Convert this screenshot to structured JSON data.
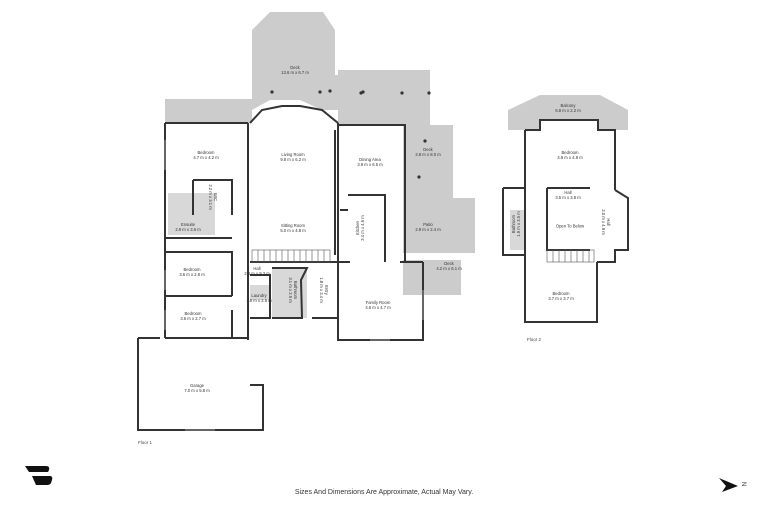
{
  "floors": [
    {
      "label": "Floor 1",
      "rooms": [
        {
          "id": "deck-top",
          "name": "Deck",
          "dims": "13.6 m x 6.7 m"
        },
        {
          "id": "bedroom-1",
          "name": "Bedroom",
          "dims": "4.7 m x 4.2 m"
        },
        {
          "id": "living-room",
          "name": "Living Room",
          "dims": "9.8 m x 6.2 m"
        },
        {
          "id": "dining-area",
          "name": "Dining Area",
          "dims": "3.9 m x 6.5 m"
        },
        {
          "id": "deck-right",
          "name": "Deck",
          "dims": "2.8 m x 8.0 m"
        },
        {
          "id": "wic",
          "name": "WIC",
          "dims": "2.2 m x 3.1 m"
        },
        {
          "id": "ensuite",
          "name": "Ensuite",
          "dims": "2.9 m x 3.6 m"
        },
        {
          "id": "sitting-room",
          "name": "Sitting Room",
          "dims": "5.0 m x 4.8 m"
        },
        {
          "id": "kitchen",
          "name": "Kitchen",
          "dims": "3.4 m x 4.6 m"
        },
        {
          "id": "patio",
          "name": "Patio",
          "dims": "2.9 m x 2.4 m"
        },
        {
          "id": "bedroom-2",
          "name": "Bedroom",
          "dims": "3.6 m x 2.8 m"
        },
        {
          "id": "hall-1",
          "name": "Hall",
          "dims": "2.3 m x 9.3 m"
        },
        {
          "id": "bathroom-1",
          "name": "Bathroom",
          "dims": "3.1 m x 2.5 m"
        },
        {
          "id": "entry",
          "name": "Entry",
          "dims": "1.8 m x 3.4 m"
        },
        {
          "id": "deck-bottom",
          "name": "Deck",
          "dims": "4.2 m x 6.1 m"
        },
        {
          "id": "laundry",
          "name": "Laundry",
          "dims": "1.8 m x 2.5 m"
        },
        {
          "id": "family-room",
          "name": "Family Room",
          "dims": "4.6 m x 4.7 m"
        },
        {
          "id": "bedroom-3",
          "name": "Bedroom",
          "dims": "3.6 m x 2.7 m"
        },
        {
          "id": "garage",
          "name": "Garage",
          "dims": "7.0 m x 5.8 m"
        }
      ]
    },
    {
      "label": "Floor 2",
      "rooms": [
        {
          "id": "balcony",
          "name": "Balcony",
          "dims": "6.8 m x 2.2 m"
        },
        {
          "id": "bedroom-up-1",
          "name": "Bedroom",
          "dims": "4.9 m x 4.8 m"
        },
        {
          "id": "hall-2",
          "name": "Hall",
          "dims": "3.5 m x 3.8 m"
        },
        {
          "id": "bathroom-2",
          "name": "Bathroom",
          "dims": "1.9 m x 3.5 m"
        },
        {
          "id": "open-to-below",
          "name": "Open To Below",
          "dims": ""
        },
        {
          "id": "hall-3",
          "name": "Hall",
          "dims": "2.0 m x 4.9 m"
        },
        {
          "id": "bedroom-up-2",
          "name": "Bedroom",
          "dims": "3.7 m x 3.7 m"
        }
      ]
    }
  ],
  "footer": {
    "disclaimer": "Sizes And Dimensions Are Approximate, Actual May Vary.",
    "compass_label": "N"
  },
  "colors": {
    "wall": "#333333",
    "outdoor": "#cccccc",
    "wet": "#d6d6d6",
    "background": "#ffffff"
  }
}
